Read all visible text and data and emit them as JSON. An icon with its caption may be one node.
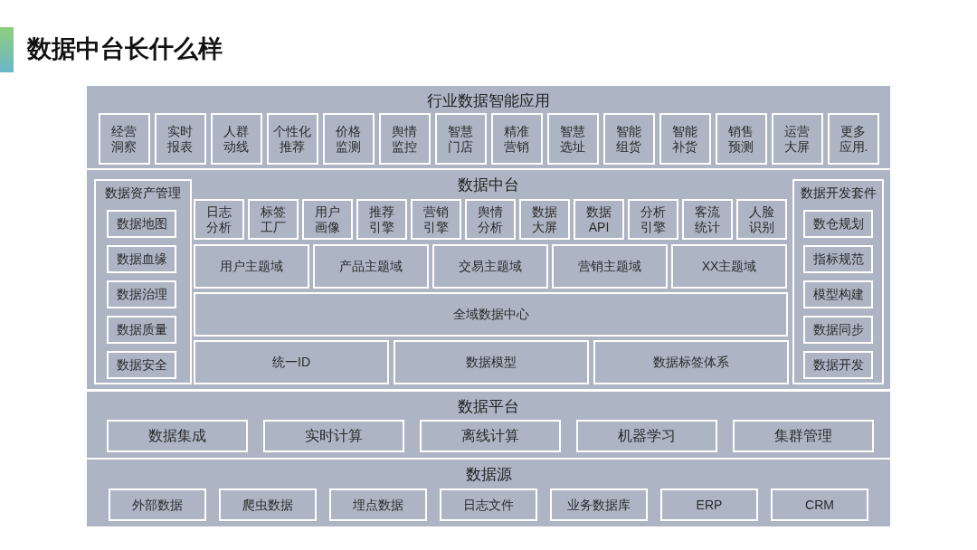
{
  "diagram": {
    "title": "数据中台长什么样",
    "nodes": [
      {
        "text": [
          "行业数据智能应用"
        ]
      },
      {
        "text": [
          "经营洞察"
        ],
        "in": 0
      },
      {
        "text": [
          "实时报表"
        ],
        "in": 0
      },
      {
        "text": [
          "人群动线"
        ],
        "in": 0
      },
      {
        "text": [
          "个性化推荐"
        ],
        "in": 0
      },
      {
        "text": [
          "价格监测"
        ],
        "in": 0
      },
      {
        "text": [
          "舆情监控"
        ],
        "in": 0
      },
      {
        "text": [
          "智慧门店"
        ],
        "in": 0
      },
      {
        "text": [
          "精准营销"
        ],
        "in": 0
      },
      {
        "text": [
          "智慧选址"
        ],
        "in": 0
      },
      {
        "text": [
          "智能组货"
        ],
        "in": 0
      },
      {
        "text": [
          "智能补货"
        ],
        "in": 0
      },
      {
        "text": [
          "销售预测"
        ],
        "in": 0
      },
      {
        "text": [
          "运营大屏"
        ],
        "in": 0
      },
      {
        "text": [
          "更多应用."
        ],
        "in": 0
      },
      {
        "text": [
          "数据中台"
        ]
      },
      {
        "text": [
          "数据资产管理"
        ],
        "in": 15
      },
      {
        "text": [
          "数据地图"
        ],
        "in": 16
      },
      {
        "text": [
          "数据血缘"
        ],
        "in": 16
      },
      {
        "text": [
          "数据治理"
        ],
        "in": 16
      },
      {
        "text": [
          "数据质量"
        ],
        "in": 16
      },
      {
        "text": [
          "数据安全"
        ],
        "in": 16
      },
      {
        "text": [
          "日志分析"
        ],
        "in": 15
      },
      {
        "text": [
          "标签工厂"
        ],
        "in": 15
      },
      {
        "text": [
          "用户画像"
        ],
        "in": 15
      },
      {
        "text": [
          "推荐引擎"
        ],
        "in": 15
      },
      {
        "text": [
          "营销引擎"
        ],
        "in": 15
      },
      {
        "text": [
          "舆情分析"
        ],
        "in": 15
      },
      {
        "text": [
          "数据大屏"
        ],
        "in": 15
      },
      {
        "text": [
          "数据API"
        ],
        "in": 15
      },
      {
        "text": [
          "分析引擎"
        ],
        "in": 15
      },
      {
        "text": [
          "客流统计"
        ],
        "in": 15
      },
      {
        "text": [
          "人脸识别"
        ],
        "in": 15
      },
      {
        "text": [
          "用户主题域"
        ],
        "in": 15
      },
      {
        "text": [
          "产品主题域"
        ],
        "in": 15
      },
      {
        "text": [
          "交易主题域"
        ],
        "in": 15
      },
      {
        "text": [
          "营销主题域"
        ],
        "in": 15
      },
      {
        "text": [
          "XX主题域"
        ],
        "in": 15
      },
      {
        "text": [
          "全域数据中心"
        ],
        "in": 15
      },
      {
        "text": [
          "统一ID"
        ],
        "in": 15
      },
      {
        "text": [
          "数据模型"
        ],
        "in": 15
      },
      {
        "text": [
          "数据标签体系"
        ],
        "in": 15
      },
      {
        "text": [
          "数据开发套件"
        ],
        "in": 15
      },
      {
        "text": [
          "数仓规划"
        ],
        "in": 42
      },
      {
        "text": [
          "指标规范"
        ],
        "in": 42
      },
      {
        "text": [
          "模型构建"
        ],
        "in": 42
      },
      {
        "text": [
          "数据同步"
        ],
        "in": 42
      },
      {
        "text": [
          "数据开发"
        ],
        "in": 42
      },
      {
        "text": [
          "数据平台"
        ]
      },
      {
        "text": [
          "数据集成"
        ],
        "in": 48
      },
      {
        "text": [
          "实时计算"
        ],
        "in": 48
      },
      {
        "text": [
          "离线计算"
        ],
        "in": 48
      },
      {
        "text": [
          "机器学习"
        ],
        "in": 48
      },
      {
        "text": [
          "集群管理"
        ],
        "in": 48
      },
      {
        "text": [
          "数据源"
        ]
      },
      {
        "text": [
          "外部数据"
        ],
        "in": 54
      },
      {
        "text": [
          "爬虫数据"
        ],
        "in": 54
      },
      {
        "text": [
          "埋点数据"
        ],
        "in": 54
      },
      {
        "text": [
          "日志文件"
        ],
        "in": 54
      },
      {
        "text": [
          "业务数据库"
        ],
        "in": 54
      },
      {
        "text": [
          "ERP"
        ],
        "in": 54
      },
      {
        "text": [
          "CRM"
        ],
        "in": 54
      }
    ]
  }
}
